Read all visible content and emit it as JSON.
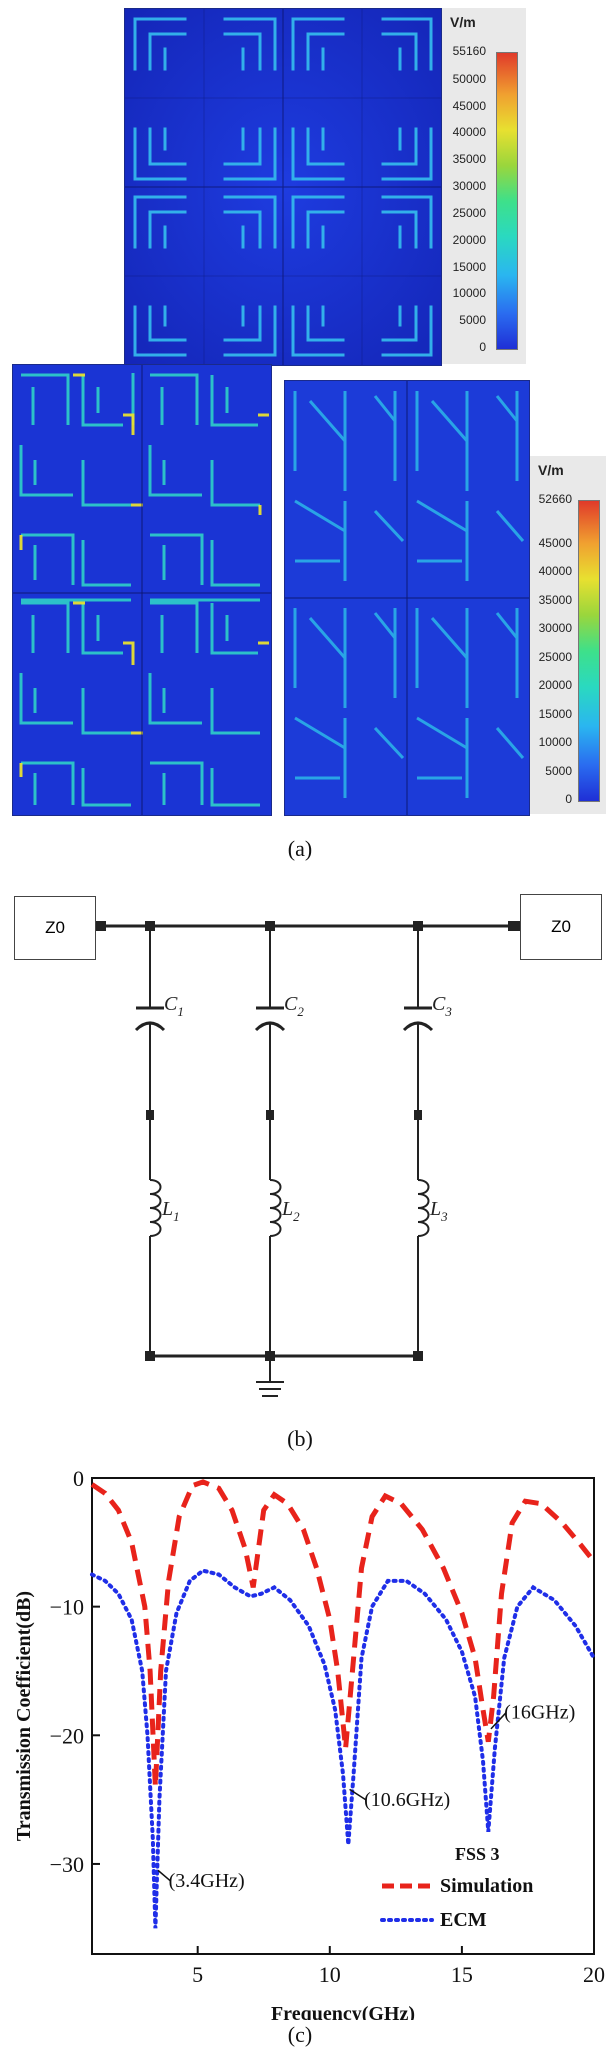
{
  "panel_a": {
    "caption": "(a)",
    "colorbar_top": {
      "unit": "V/m",
      "max_label": "55160",
      "ticks": [
        "50000",
        "45000",
        "40000",
        "35000",
        "30000",
        "25000",
        "20000",
        "15000",
        "10000",
        "5000",
        "0"
      ]
    },
    "colorbar_bottom": {
      "unit": "V/m",
      "max_label": "52660",
      "ticks": [
        "45000",
        "40000",
        "35000",
        "30000",
        "25000",
        "20000",
        "15000",
        "10000",
        "5000",
        "0"
      ]
    }
  },
  "panel_b": {
    "caption": "(b)",
    "port_left": "Z0",
    "port_right": "Z0",
    "capacitors": [
      "C1",
      "C2",
      "C3"
    ],
    "inductors": [
      "L1",
      "L2",
      "L3"
    ]
  },
  "panel_c": {
    "caption": "(c)",
    "chart_data": {
      "type": "line",
      "xlabel": "Frequency(GHz)",
      "ylabel": "Transmission Coefficient(dB)",
      "xlim": [
        1,
        20
      ],
      "ylim": [
        -37,
        0
      ],
      "xticks": [
        5,
        10,
        15,
        20
      ],
      "yticks": [
        0,
        -10,
        -20,
        -30
      ],
      "legend_title": "FSS 3",
      "legend_position": "bottom-right",
      "series": [
        {
          "name": "Simulation",
          "color": "#e8231b",
          "style": "dashed",
          "points": [
            [
              1,
              -0.5
            ],
            [
              1.5,
              -1.2
            ],
            [
              2,
              -2.5
            ],
            [
              2.5,
              -5
            ],
            [
              3,
              -10
            ],
            [
              3.2,
              -15
            ],
            [
              3.4,
              -24
            ],
            [
              3.6,
              -15
            ],
            [
              3.9,
              -8
            ],
            [
              4.3,
              -3
            ],
            [
              4.8,
              -0.6
            ],
            [
              5.2,
              -0.3
            ],
            [
              5.8,
              -0.8
            ],
            [
              6.3,
              -2.5
            ],
            [
              6.8,
              -5.5
            ],
            [
              7.1,
              -8.5
            ],
            [
              7.2,
              -7
            ],
            [
              7.5,
              -2.5
            ],
            [
              7.9,
              -1.3
            ],
            [
              8.4,
              -2
            ],
            [
              9,
              -4
            ],
            [
              9.5,
              -7
            ],
            [
              10,
              -11
            ],
            [
              10.3,
              -15
            ],
            [
              10.6,
              -21
            ],
            [
              10.9,
              -14
            ],
            [
              11.2,
              -7
            ],
            [
              11.6,
              -3
            ],
            [
              12.1,
              -1.4
            ],
            [
              12.7,
              -2
            ],
            [
              13.5,
              -4
            ],
            [
              14.3,
              -7
            ],
            [
              15,
              -10.5
            ],
            [
              15.5,
              -14
            ],
            [
              15.8,
              -18
            ],
            [
              16,
              -20.5
            ],
            [
              16.2,
              -17
            ],
            [
              16.5,
              -9
            ],
            [
              16.9,
              -3.5
            ],
            [
              17.4,
              -1.8
            ],
            [
              18,
              -2
            ],
            [
              18.8,
              -3.5
            ],
            [
              19.5,
              -5.2
            ],
            [
              20,
              -6.5
            ]
          ]
        },
        {
          "name": "ECM",
          "color": "#1f2ee8",
          "style": "dotted",
          "points": [
            [
              1,
              -7.5
            ],
            [
              1.5,
              -8
            ],
            [
              2,
              -9
            ],
            [
              2.5,
              -11
            ],
            [
              2.9,
              -15
            ],
            [
              3.1,
              -20
            ],
            [
              3.3,
              -28
            ],
            [
              3.4,
              -35
            ],
            [
              3.55,
              -25
            ],
            [
              3.8,
              -15
            ],
            [
              4.2,
              -10.5
            ],
            [
              4.7,
              -8
            ],
            [
              5.2,
              -7.2
            ],
            [
              5.8,
              -7.5
            ],
            [
              6.4,
              -8.5
            ],
            [
              7,
              -9.2
            ],
            [
              7.4,
              -9
            ],
            [
              7.9,
              -8.5
            ],
            [
              8.5,
              -9.5
            ],
            [
              9.2,
              -11.5
            ],
            [
              9.8,
              -14.5
            ],
            [
              10.2,
              -18
            ],
            [
              10.5,
              -23
            ],
            [
              10.7,
              -28.5
            ],
            [
              10.9,
              -23
            ],
            [
              11.2,
              -14
            ],
            [
              11.6,
              -10
            ],
            [
              12.2,
              -8
            ],
            [
              12.9,
              -8
            ],
            [
              13.6,
              -9
            ],
            [
              14.4,
              -11
            ],
            [
              15,
              -13.5
            ],
            [
              15.5,
              -17
            ],
            [
              15.8,
              -22
            ],
            [
              16,
              -27.5
            ],
            [
              16.25,
              -21
            ],
            [
              16.6,
              -14
            ],
            [
              17.1,
              -10
            ],
            [
              17.7,
              -8.5
            ],
            [
              18.5,
              -9.5
            ],
            [
              19.3,
              -11.5
            ],
            [
              20,
              -14
            ]
          ]
        }
      ],
      "annotations": [
        {
          "text": "(3.4GHz)"
        },
        {
          "text": "(10.6GHz)"
        },
        {
          "text": "(16GHz)"
        }
      ]
    }
  }
}
